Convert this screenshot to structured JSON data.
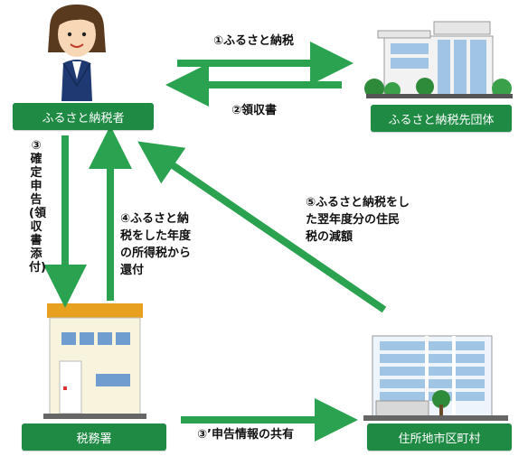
{
  "nodes": {
    "taxpayer": "ふるさと納税者",
    "recipient": "ふるさと納税先団体",
    "tax_office": "税務署",
    "municipality": "住所地市区町村"
  },
  "flows": {
    "f1": "①ふるさと納税",
    "f2": "②領収書",
    "f3": "③確定申告(領収書添付)",
    "f4": "④ふるさと納\n税をした年度\nの所得税から\n還付",
    "f5": "⑤ふるさと納税をし\nた翌年度分の住民\n税の減額",
    "f3p": "③’申告情報の共有"
  },
  "colors": {
    "node": "#1e8a43",
    "arrow": "#2aa24f"
  },
  "icons": [
    "person-icon",
    "office-building-icon",
    "tax-office-building-icon",
    "city-hall-building-icon"
  ]
}
